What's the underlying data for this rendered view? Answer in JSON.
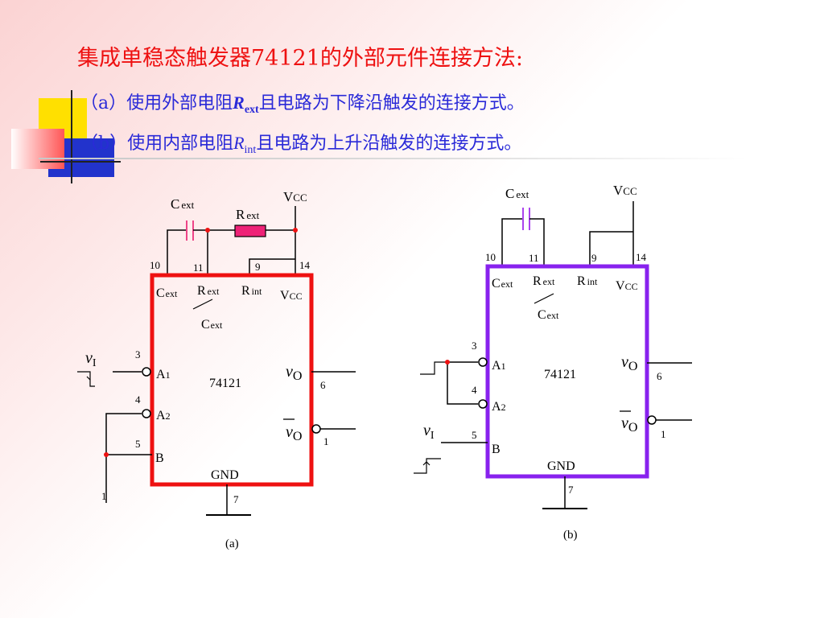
{
  "title": "集成单稳态触发器74121的外部元件连接方法:",
  "line_a": {
    "prefix": "（a）使用外部电阻",
    "sym": "R",
    "sub": "ext",
    "suffix": "且电路为下降沿触发的连接方式。"
  },
  "line_b": {
    "prefix": "（b）使用内部电阻",
    "sym": "R",
    "sub": "int",
    "suffix": "且电路为上升沿触发的连接方式。"
  },
  "colors": {
    "title": "#ee1111",
    "text": "#2a2ad8",
    "chip_a": "#ee1111",
    "chip_b": "#8822ee",
    "cap_a": "#ee4488",
    "cap_b": "#aa44ee",
    "resistor": "#ee2277"
  },
  "circuit_a": {
    "caption": "(a)",
    "chip_name": "74121",
    "cap_label": {
      "main": "C",
      "sub": "ext"
    },
    "res_label": {
      "main": "R",
      "sub": "ext"
    },
    "vcc_label": {
      "main": "V",
      "sub": "CC"
    },
    "pins": {
      "p10": "10",
      "p11": "11",
      "p9": "9",
      "p14": "14",
      "p3": "3",
      "p4": "4",
      "p5": "5",
      "p6": "6",
      "p1": "1",
      "p7": "7",
      "logic1": "1"
    },
    "inner": {
      "cext": "C",
      "cext_sub": "ext",
      "rext": "R",
      "rext_sub": "ext",
      "rint": "R",
      "rint_sub": "int",
      "vcc": "V",
      "vcc_sub": "CC",
      "cext2": "C",
      "cext2_sub": "ext",
      "a1": "A",
      "a1_sub": "1",
      "a2": "A",
      "a2_sub": "2",
      "b": "B",
      "gnd": "GND"
    },
    "vi": {
      "main": "v",
      "sub": "I"
    },
    "vo": {
      "main": "v",
      "sub": "O"
    },
    "vo_bar": {
      "main": "v",
      "sub": "O"
    }
  },
  "circuit_b": {
    "caption": "(b)",
    "chip_name": "74121",
    "cap_label": {
      "main": "C",
      "sub": "ext"
    },
    "vcc_label": {
      "main": "V",
      "sub": "CC"
    },
    "pins": {
      "p10": "10",
      "p11": "11",
      "p9": "9",
      "p14": "14",
      "p3": "3",
      "p4": "4",
      "p5": "5",
      "p6": "6",
      "p1": "1",
      "p7": "7"
    },
    "inner": {
      "cext": "C",
      "cext_sub": "ext",
      "rext": "R",
      "rext_sub": "ext",
      "rint": "R",
      "rint_sub": "int",
      "vcc": "V",
      "vcc_sub": "CC",
      "cext2": "C",
      "cext2_sub": "ext",
      "a1": "A",
      "a1_sub": "1",
      "a2": "A",
      "a2_sub": "2",
      "b": "B",
      "gnd": "GND"
    },
    "vi": {
      "main": "v",
      "sub": "I"
    },
    "vo": {
      "main": "v",
      "sub": "O"
    },
    "vo_bar": {
      "main": "v",
      "sub": "O"
    }
  }
}
